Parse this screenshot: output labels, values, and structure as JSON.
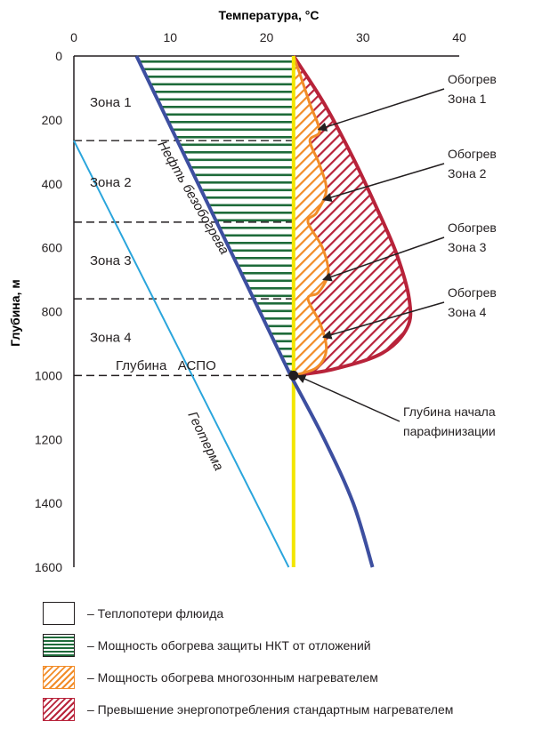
{
  "axes": {
    "x_title": "Температура, °С",
    "y_title": "Глубина, м",
    "x_ticks": [
      "0",
      "10",
      "20",
      "30",
      "40"
    ],
    "y_ticks": [
      "0",
      "200",
      "400",
      "600",
      "800",
      "1000",
      "1200",
      "1400",
      "1600"
    ],
    "x_range": [
      0,
      40
    ],
    "y_range": [
      0,
      1600
    ]
  },
  "zones": [
    {
      "label": "Зона 1",
      "boundary_depth": 265
    },
    {
      "label": "Зона 2",
      "boundary_depth": 520
    },
    {
      "label": "Зона 3",
      "boundary_depth": 760
    },
    {
      "label": "Зона 4",
      "boundary_depth": 1000
    }
  ],
  "aspo_label": "Глубина   АСПО",
  "curves": {
    "oil": {
      "label": "Нефть безобогрева",
      "color": "#3d4fa0",
      "points": [
        [
          6.5,
          0
        ],
        [
          22.5,
          1000
        ],
        [
          26,
          1200
        ],
        [
          29,
          1400
        ],
        [
          31,
          1600
        ]
      ]
    },
    "geotherm": {
      "label": "Геотерма",
      "color": "#2aa5dc",
      "points": [
        [
          0,
          265
        ],
        [
          22.3,
          1600
        ]
      ]
    },
    "target_temp": {
      "color": "#f3e600",
      "value": 22.8
    },
    "multizone": {
      "color": "#f28c28",
      "points": [
        [
          22.8,
          0
        ],
        [
          23.5,
          60
        ],
        [
          24.5,
          150
        ],
        [
          25.5,
          235
        ],
        [
          24.5,
          265
        ],
        [
          25.5,
          340
        ],
        [
          26.2,
          420
        ],
        [
          25.2,
          490
        ],
        [
          24.3,
          520
        ],
        [
          25.8,
          600
        ],
        [
          26.4,
          680
        ],
        [
          25.4,
          740
        ],
        [
          24.3,
          760
        ],
        [
          25.6,
          840
        ],
        [
          26.2,
          920
        ],
        [
          25.2,
          975
        ],
        [
          22.8,
          1000
        ]
      ]
    },
    "standard": {
      "color": "#b8233a",
      "points": [
        [
          22.8,
          0
        ],
        [
          26,
          150
        ],
        [
          29,
          320
        ],
        [
          31.5,
          480
        ],
        [
          33.5,
          620
        ],
        [
          34.8,
          760
        ],
        [
          34.6,
          850
        ],
        [
          32,
          930
        ],
        [
          27,
          980
        ],
        [
          22.8,
          1000
        ]
      ]
    }
  },
  "callouts": {
    "zone1": {
      "line1": "Обогрев",
      "line2": "Зона 1",
      "target": [
        25,
        230
      ]
    },
    "zone2": {
      "line1": "Обогрев",
      "line2": "Зона 2",
      "target": [
        25.5,
        450
      ]
    },
    "zone3": {
      "line1": "Обогрев",
      "line2": "Зона 3",
      "target": [
        25.5,
        700
      ]
    },
    "zone4": {
      "line1": "Обогрев",
      "line2": "Зона 4",
      "target": [
        25.5,
        880
      ]
    },
    "paraffin": {
      "line1": "Глубина начала",
      "line2": "парафинизации",
      "target": [
        22.8,
        1000
      ]
    }
  },
  "legend": [
    {
      "key": "heat-loss",
      "text": "– Теплопотери флюида"
    },
    {
      "key": "nkt",
      "text": "– Мощность обогрева защиты НКТ от отложений"
    },
    {
      "key": "multi",
      "text": "– Мощность обогрева многозонным нагревателем"
    },
    {
      "key": "excess",
      "text": "– Превышение энергопотребления стандартным нагревателем"
    }
  ]
}
